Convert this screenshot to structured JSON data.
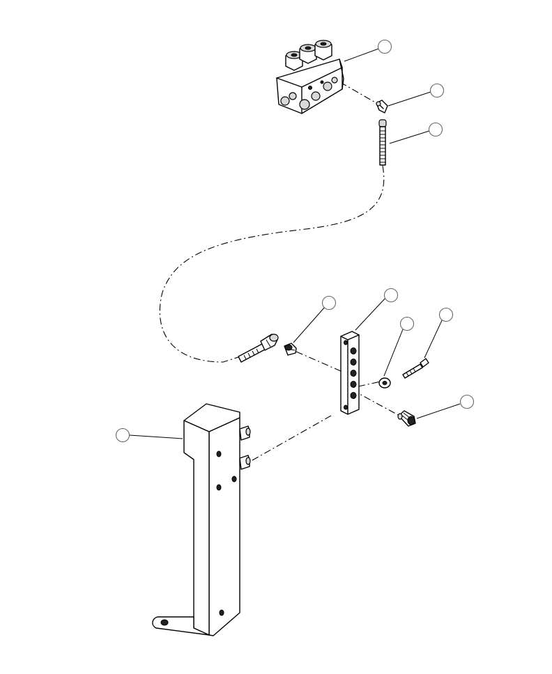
{
  "diagram": {
    "callouts": [
      {
        "id": "valve-block",
        "label": ""
      },
      {
        "id": "elbow-fitting-top",
        "label": ""
      },
      {
        "id": "hose",
        "label": ""
      },
      {
        "id": "adapter-fitting",
        "label": ""
      },
      {
        "id": "manifold-bar",
        "label": ""
      },
      {
        "id": "washer",
        "label": ""
      },
      {
        "id": "bolt",
        "label": ""
      },
      {
        "id": "grease-fitting",
        "label": ""
      },
      {
        "id": "mounting-bracket",
        "label": ""
      }
    ]
  }
}
